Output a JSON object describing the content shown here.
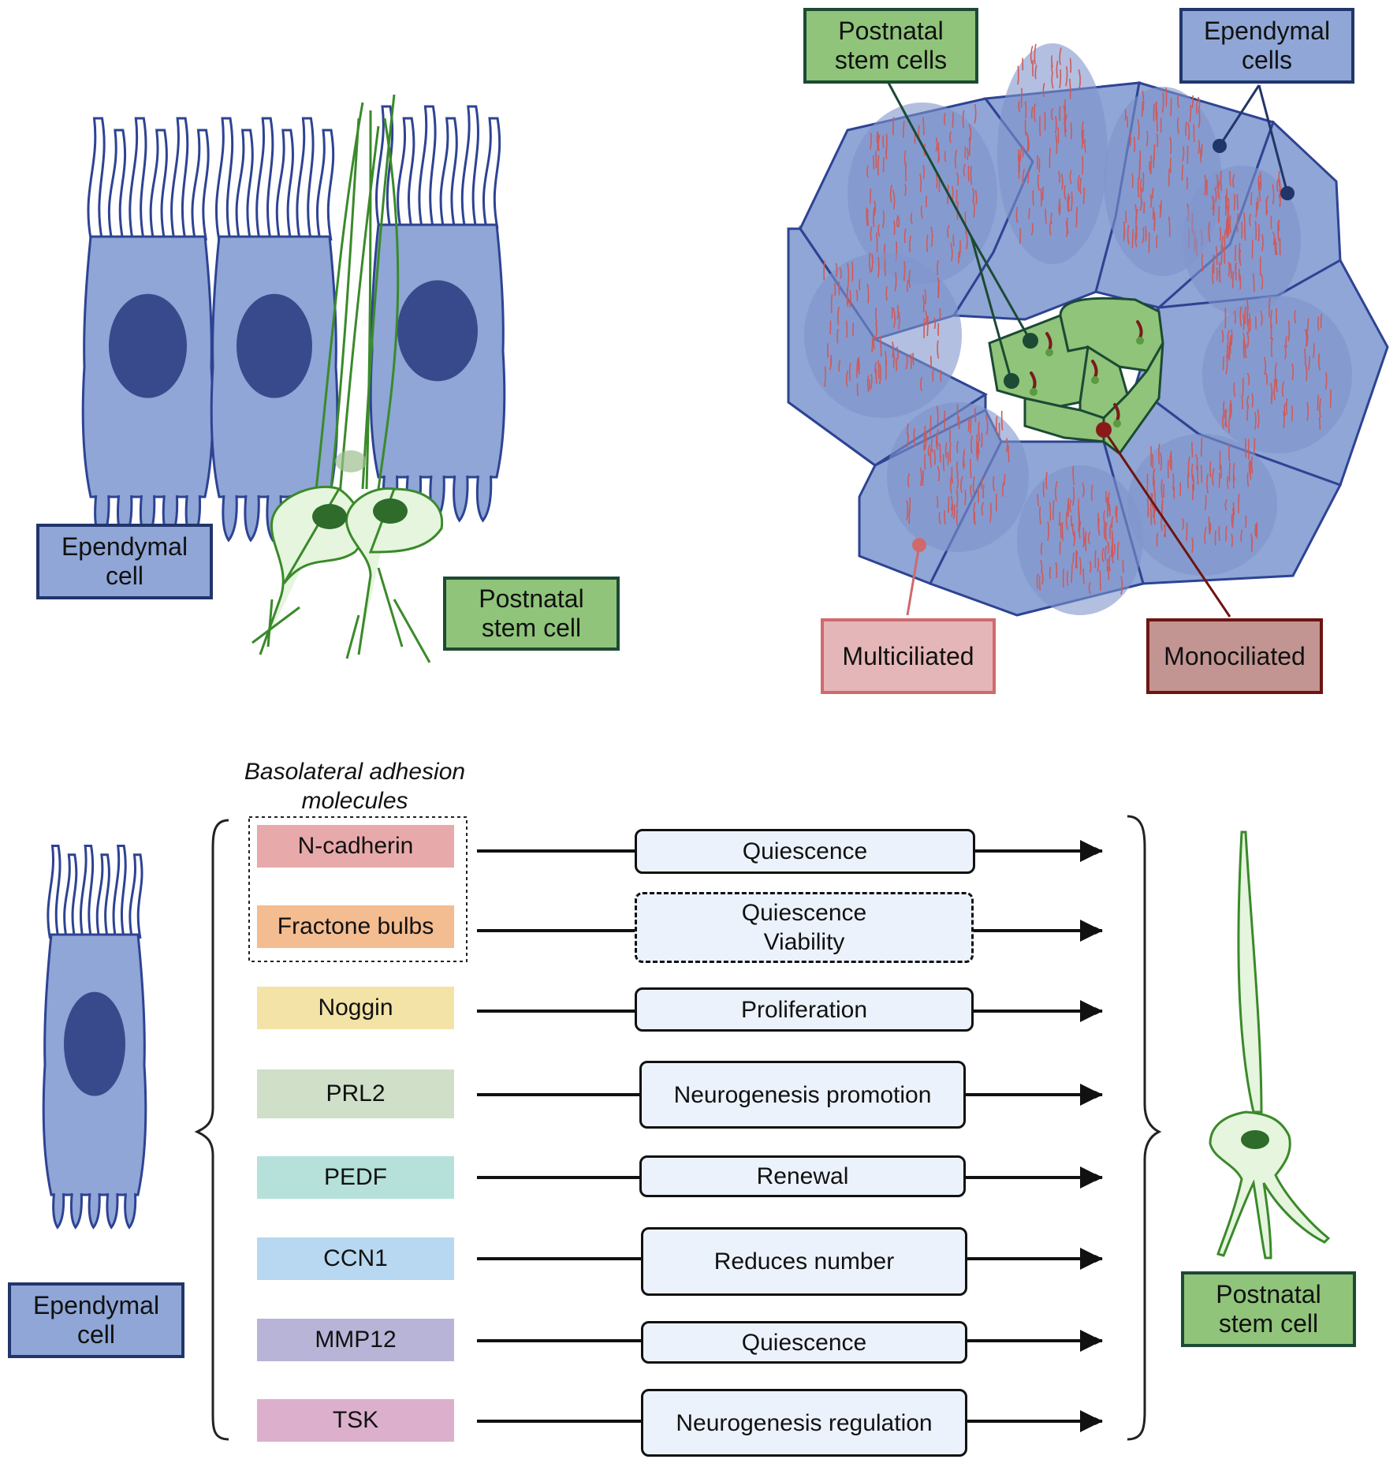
{
  "panel_a": {
    "ependymal_label": [
      "Ependymal",
      "cell"
    ],
    "stem_label": [
      "Postnatal",
      "stem cell"
    ]
  },
  "panel_b": {
    "stem_label": [
      "Postnatal",
      "stem cells"
    ],
    "ependymal_label": [
      "Ependymal",
      "cells"
    ],
    "multiciliated_label": "Multiciliated",
    "monociliated_label": "Monociliated"
  },
  "panel_c": {
    "group_title": [
      "Basolateral adhesion",
      "molecules"
    ],
    "ependymal_label": [
      "Ependymal",
      "cell"
    ],
    "stem_label": [
      "Postnatal",
      "stem cell"
    ],
    "molecules": [
      {
        "name": "N-cadherin",
        "color": "#e8a9ab",
        "effect": [
          "Quiescence"
        ]
      },
      {
        "name": "Fractone bulbs",
        "color": "#f4bc91",
        "effect": [
          "Quiescence",
          "Viability"
        ]
      },
      {
        "name": "Noggin",
        "color": "#f3e3a6",
        "effect": [
          "Proliferation"
        ]
      },
      {
        "name": "PRL2",
        "color": "#cfdfc8",
        "effect": [
          "Neurogenesis promotion"
        ]
      },
      {
        "name": "PEDF",
        "color": "#b6e1db",
        "effect": [
          "Renewal"
        ]
      },
      {
        "name": "CCN1",
        "color": "#b7d8f0",
        "effect": [
          "Reduces number"
        ]
      },
      {
        "name": "MMP12",
        "color": "#b8b4d8",
        "effect": [
          "Quiescence"
        ]
      },
      {
        "name": "TSK",
        "color": "#dcb0cc",
        "effect": [
          "Neurogenesis regulation"
        ]
      }
    ]
  },
  "colors": {
    "ependymal_fill": "#8fa6d6",
    "ependymal_stroke": "#2e4393",
    "nucleus": "#384a8c",
    "stem_fill": "#e6f5de",
    "stem_stroke": "#3a8a2a",
    "cilia": "#cf5a5a"
  }
}
